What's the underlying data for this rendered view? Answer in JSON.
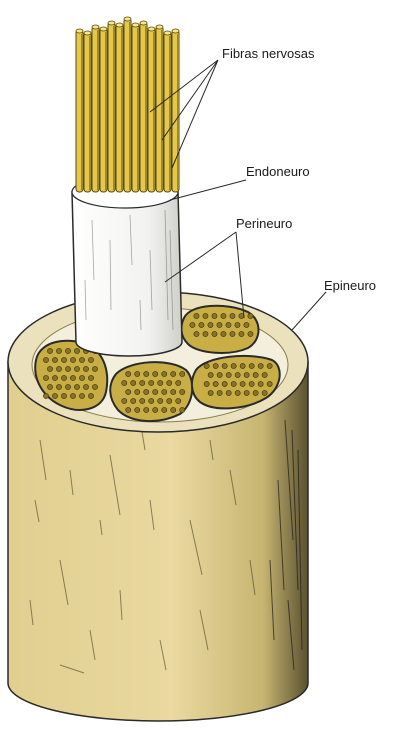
{
  "labels": {
    "fibras": "Fibras nervosas",
    "endoneuro": "Endoneuro",
    "perineuro": "Perineuro",
    "epineuro": "Epineuro"
  },
  "colors": {
    "fiber": "#e3c84a",
    "fiber_outline": "#5a4a10",
    "endoneuro": "#f4f4f2",
    "fascicle": "#c9b04a",
    "epineuro_side": "#e4d59a",
    "epineuro_top": "#ece3bf",
    "ink": "#222222"
  }
}
